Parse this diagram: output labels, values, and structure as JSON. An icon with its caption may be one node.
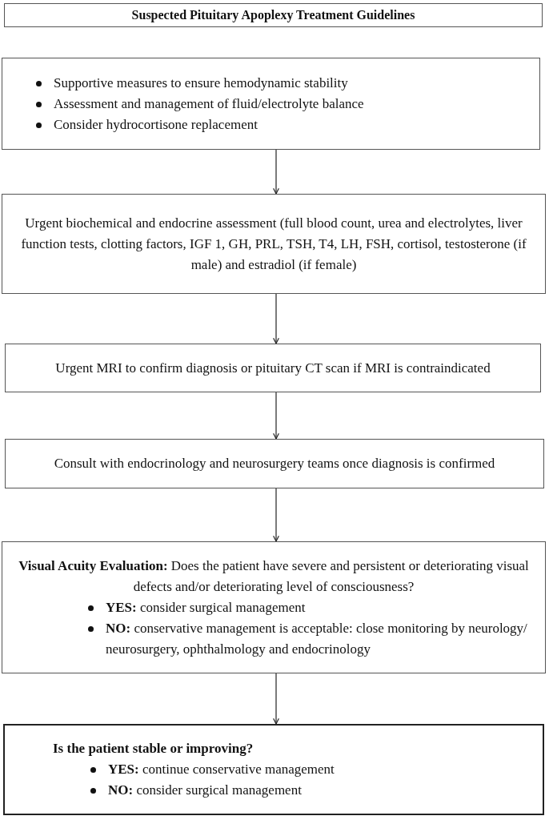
{
  "diagram": {
    "title": "Suspected Pituitary Apoplexy Treatment Guidelines",
    "nodes": [
      {
        "text": [
          "Supportive measures to ensure hemodynamic stability",
          "Assessment and management of fluid/electrolyte balance",
          "Consider hydrocortisone replacement"
        ]
      },
      {
        "text": [
          "Urgent biochemical and endocrine assessment (full blood count, urea and electrolytes, liver function tests, clotting factors, IGF 1, GH, PRL, TSH, T4, LH, FSH, cortisol, testosterone (if male) and estradiol (if female)"
        ]
      },
      {
        "text": [
          "Urgent MRI to confirm diagnosis or pituitary CT scan if MRI is contraindicated"
        ]
      },
      {
        "text": [
          "Consult with endocrinology and neurosurgery teams once diagnosis is confirmed"
        ]
      },
      {
        "text": [
          "**Visual Acuity Evaluation:**  Does the patient have severe and persistent or deteriorating visual defects and/or deteriorating level of consciousness?",
          "**YES:**  consider surgical management",
          "**NO:**  conservative management is acceptable: close monitoring by neurology/ neurosurgery, ophthalmology and endocrinology"
        ]
      },
      {
        "text": [
          "Is the patient stable or improving?",
          "**YES:**  continue conservative management",
          "**NO:**  consider surgical management"
        ]
      }
    ],
    "edges": [
      {
        "from": 0,
        "to": 1,
        "arrow": "to"
      },
      {
        "from": 1,
        "to": 2,
        "arrow": "to"
      },
      {
        "from": 2,
        "to": 3,
        "arrow": "to"
      },
      {
        "from": 3,
        "to": 4,
        "arrow": "to"
      },
      {
        "from": 4,
        "to": 5,
        "arrow": "to"
      }
    ]
  }
}
